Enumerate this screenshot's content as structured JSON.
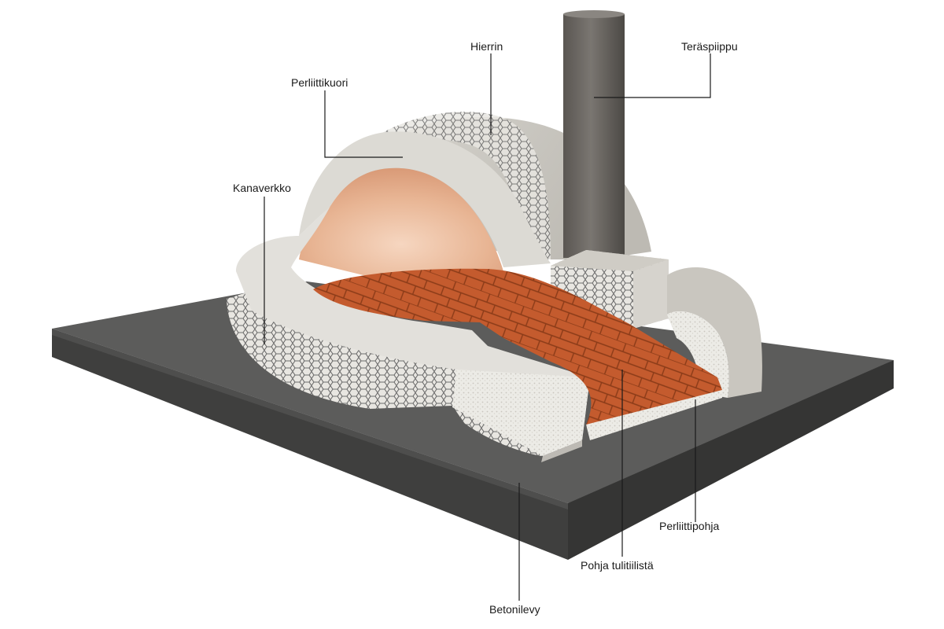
{
  "diagram": {
    "labels": {
      "perliittikuori": "Perliittikuori",
      "hierrin": "Hierrin",
      "teraspiippu": "Teräspiippu",
      "kanaverkko": "Kanaverkko",
      "perliittipohja": "Perliittipohja",
      "pohja_tulitiilista": "Pohja tulitiilistä",
      "betonilevy": "Betonilevy"
    },
    "colors": {
      "slab_top": "#5d5d5c",
      "slab_side": "#3f3f3e",
      "render_shell": "#cfccc6",
      "perlite": "#ebe9e4",
      "mesh": "#6f6f6f",
      "interior": "#e8b899",
      "brick": "#c25a2e",
      "brick_joint": "#7a3315",
      "chimney": "#6a6662"
    }
  }
}
